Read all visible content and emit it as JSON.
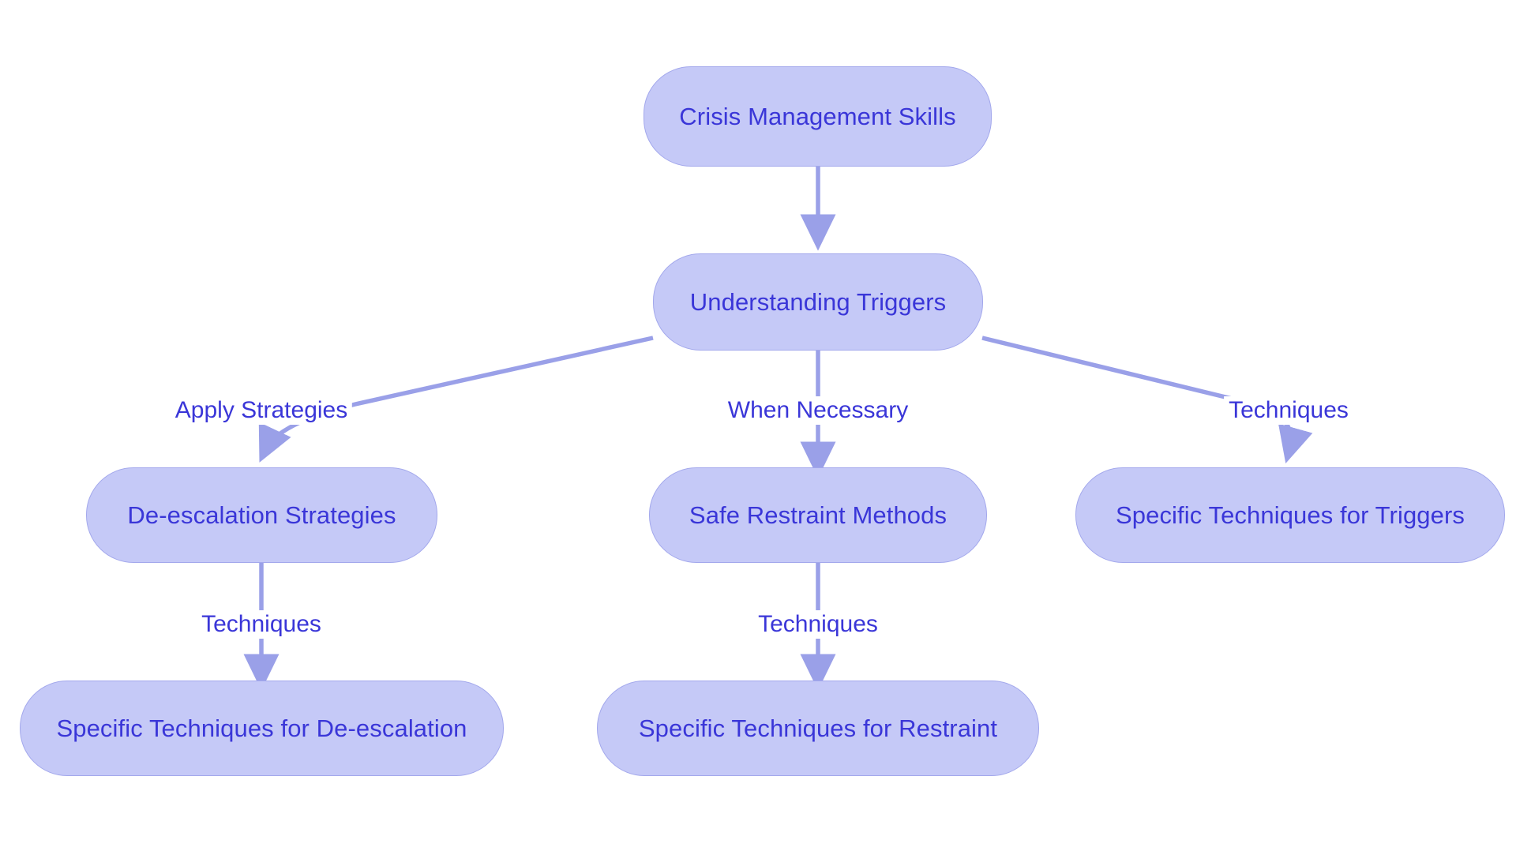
{
  "diagram": {
    "type": "flowchart",
    "orientation": "top-down",
    "title": "Crisis Management Skills",
    "background_color": "#ffffff",
    "node_fill_color": "#c5c9f7",
    "node_border_color": "#a3a8ec",
    "node_text_color": "#3a36d8",
    "edge_color": "#9aa0e8"
  },
  "nodes": [
    {
      "id": "crisis",
      "label": "Crisis Management Skills",
      "row": 1,
      "column": "center"
    },
    {
      "id": "triggers",
      "label": "Understanding Triggers",
      "row": 2,
      "column": "center"
    },
    {
      "id": "deescalation",
      "label": "De-escalation Strategies",
      "row": 3,
      "column": "left"
    },
    {
      "id": "restraint",
      "label": "Safe Restraint Methods",
      "row": 3,
      "column": "center"
    },
    {
      "id": "trigger_tech",
      "label": "Specific Techniques for Triggers",
      "row": 3,
      "column": "right"
    },
    {
      "id": "deesc_tech",
      "label": "Specific Techniques for De-escalation",
      "row": 4,
      "column": "left"
    },
    {
      "id": "restraint_tech",
      "label": "Specific Techniques for Restraint",
      "row": 4,
      "column": "center"
    }
  ],
  "edges": [
    {
      "id": "e1",
      "from": "crisis",
      "to": "triggers",
      "label": ""
    },
    {
      "id": "e2",
      "from": "triggers",
      "to": "deescalation",
      "label": "Apply Strategies"
    },
    {
      "id": "e3",
      "from": "triggers",
      "to": "restraint",
      "label": "When Necessary"
    },
    {
      "id": "e4",
      "from": "triggers",
      "to": "trigger_tech",
      "label": "Techniques"
    },
    {
      "id": "e5",
      "from": "deescalation",
      "to": "deesc_tech",
      "label": "Techniques"
    },
    {
      "id": "e6",
      "from": "restraint",
      "to": "restraint_tech",
      "label": "Techniques"
    }
  ],
  "edge_labels": {
    "apply_strategies": "Apply Strategies",
    "when_necessary": "When Necessary",
    "techniques_right": "Techniques",
    "techniques_left_lower": "Techniques",
    "techniques_center_lower": "Techniques"
  }
}
